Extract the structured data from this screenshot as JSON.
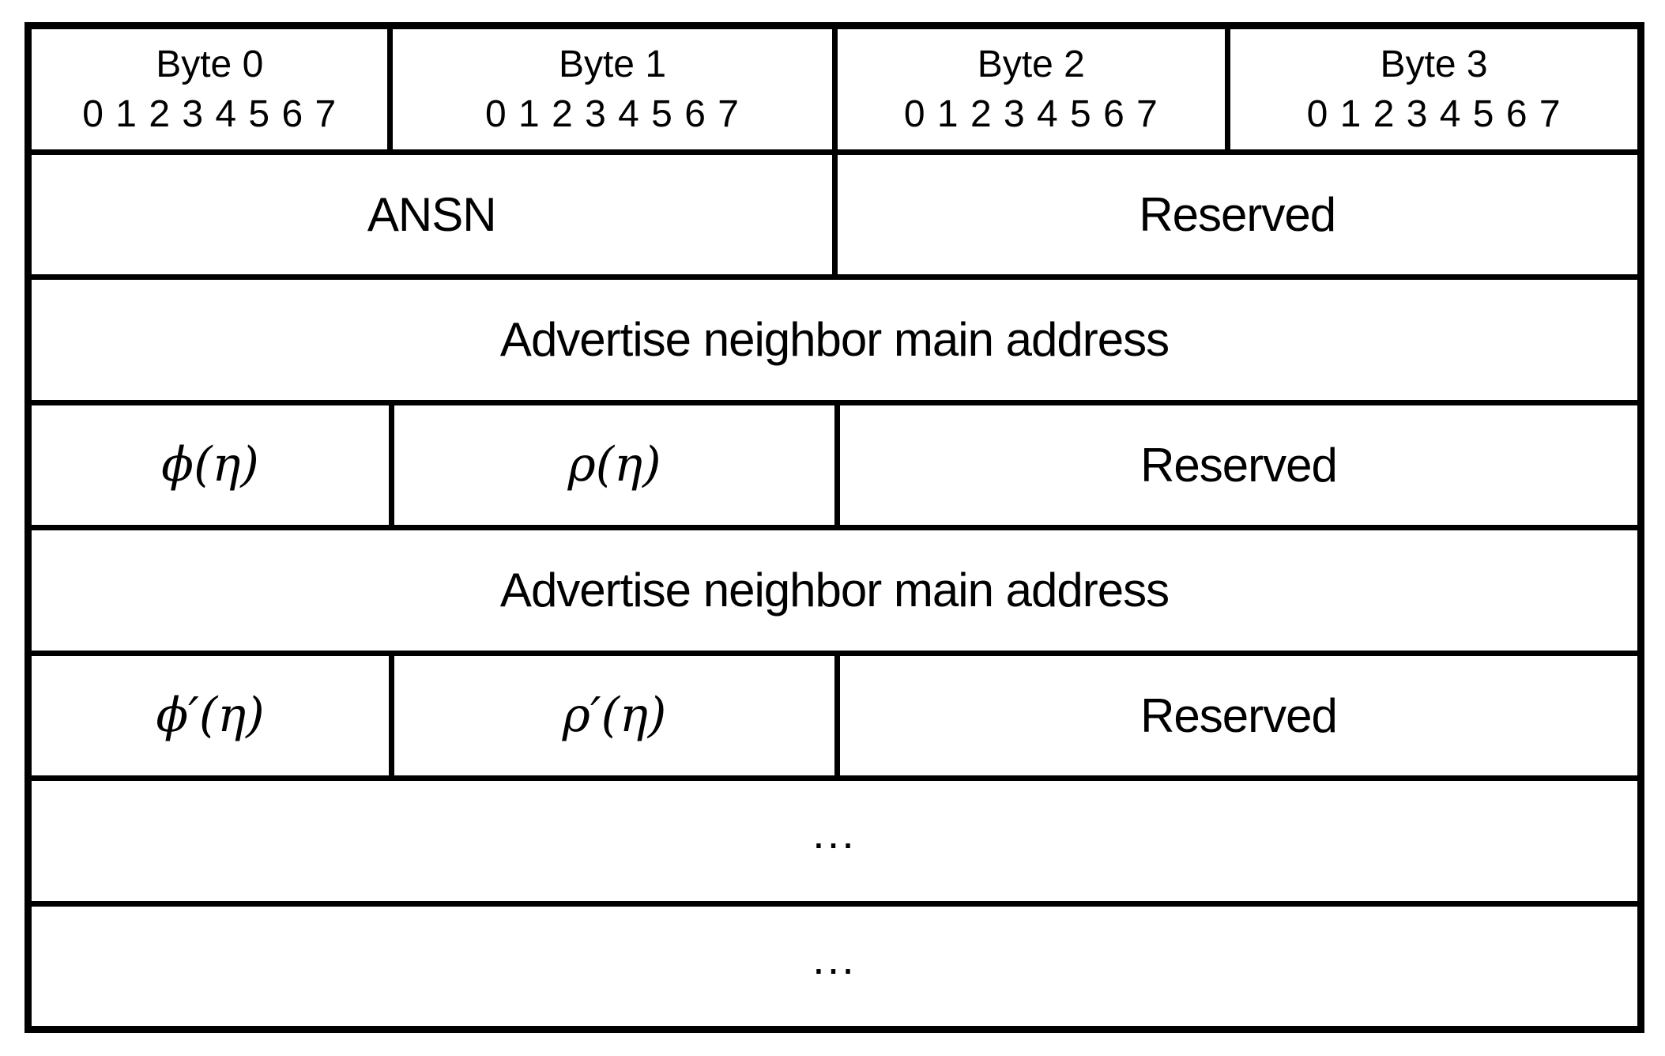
{
  "table": {
    "header": [
      {
        "label": "Byte 0",
        "bits": "0 1 2 3 4 5 6 7"
      },
      {
        "label": "Byte 1",
        "bits": "0 1 2 3 4 5 6 7"
      },
      {
        "label": "Byte 2",
        "bits": "0 1 2 3 4 5 6 7"
      },
      {
        "label": "Byte 3",
        "bits": "0 1 2 3 4 5 6 7"
      }
    ],
    "row_ansn": {
      "left": "ANSN",
      "right": "Reserved"
    },
    "row_address_1": {
      "label": "Advertise neighbor main address"
    },
    "row_metrics_1": {
      "col1": "ϕ(η)",
      "col2": "ρ(η)",
      "col3": "Reserved"
    },
    "row_address_2": {
      "label": "Advertise neighbor main address"
    },
    "row_metrics_2": {
      "col1": "ϕ′(η)",
      "col2": "ρ′(η)",
      "col3": "Reserved"
    },
    "row_ellipsis_1": {
      "label": "..."
    },
    "row_ellipsis_2": {
      "label": "..."
    }
  },
  "colors": {
    "border": "#000000",
    "background": "#ffffff",
    "text": "#000000"
  }
}
